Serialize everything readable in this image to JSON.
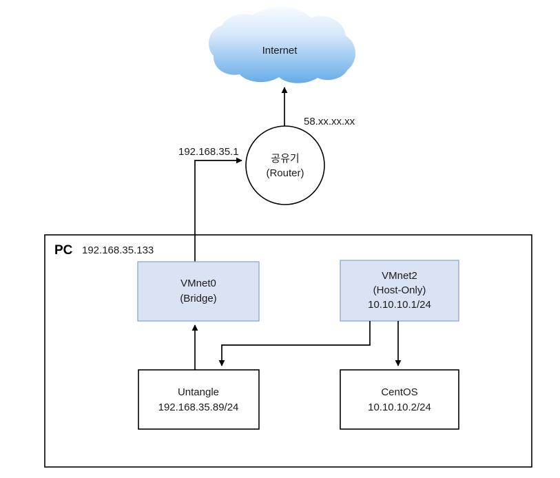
{
  "diagram": {
    "title": "Network topology diagram",
    "colors": {
      "vmnet_fill": "#dae3f3",
      "vmnet_stroke": "#8faadc",
      "cloud_top": "#f2f8fe",
      "cloud_bottom": "#6aaee8",
      "line": "#000000",
      "box_fill": "#ffffff"
    },
    "nodes": {
      "internet": {
        "label": "Internet",
        "shape": "cloud"
      },
      "router": {
        "label_line1": "공유기",
        "label_line2": "(Router)",
        "shape": "circle"
      },
      "pc": {
        "label_bold": "PC",
        "label_ip": "192.168.35.133",
        "shape": "container-rectangle"
      },
      "vmnet0": {
        "label_line1": "VMnet0",
        "label_line2": "(Bridge)",
        "shape": "rectangle"
      },
      "vmnet2": {
        "label_line1": "VMnet2",
        "label_line2": "(Host-Only)",
        "label_line3": "10.10.10.1/24",
        "shape": "rectangle"
      },
      "untangle": {
        "label_line1": "Untangle",
        "label_line2": "192.168.35.89/24",
        "shape": "rectangle"
      },
      "centos": {
        "label_line1": "CentOS",
        "label_line2": "10.10.10.2/24",
        "shape": "rectangle"
      }
    },
    "edge_labels": {
      "wan_ip": "58.xx.xx.xx",
      "lan_gateway_ip": "192.168.35.1"
    },
    "connections": [
      {
        "name": "router-to-internet",
        "from": "router",
        "to": "internet",
        "arrow": true
      },
      {
        "name": "vmnet0-to-router",
        "from": "vmnet0",
        "to": "router",
        "arrow": true
      },
      {
        "name": "untangle-to-vmnet0",
        "from": "untangle",
        "to": "vmnet0",
        "arrow": true
      },
      {
        "name": "vmnet2-to-untangle",
        "from": "vmnet2",
        "to": "untangle",
        "arrow": true
      },
      {
        "name": "vmnet2-to-centos",
        "from": "vmnet2",
        "to": "centos",
        "arrow": true
      }
    ]
  }
}
